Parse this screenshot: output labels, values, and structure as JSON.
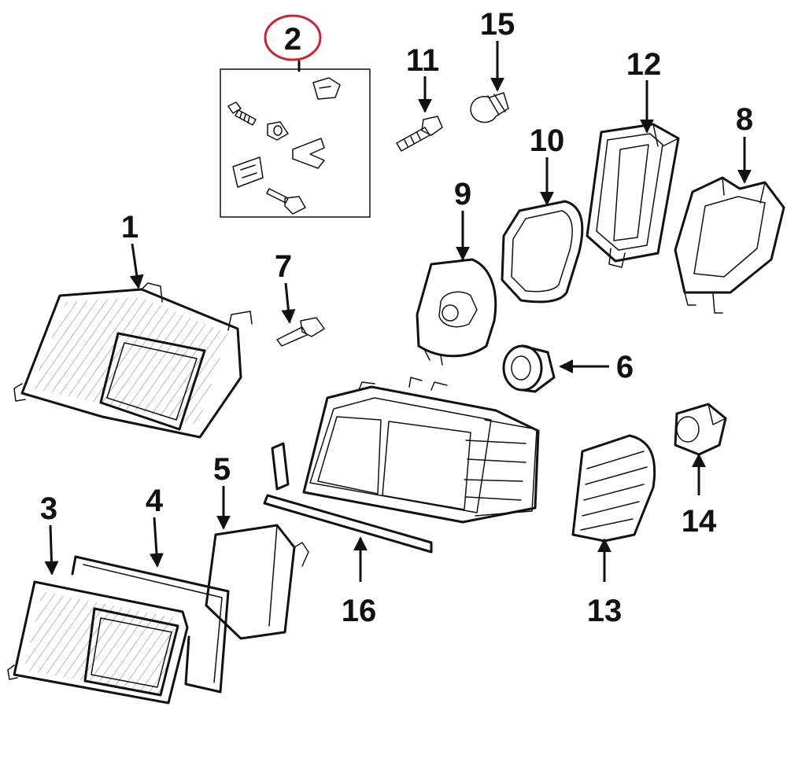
{
  "callouts": {
    "c1": "1",
    "c2": "2",
    "c3": "3",
    "c4": "4",
    "c5": "5",
    "c6": "6",
    "c7": "7",
    "c8": "8",
    "c9": "9",
    "c10": "10",
    "c11": "11",
    "c12": "12",
    "c13": "13",
    "c14": "14",
    "c15": "15",
    "c16": "16"
  },
  "highlight": {
    "circled_callout": "2",
    "ring_color": "#c8262e"
  },
  "colors": {
    "line": "#111111",
    "background": "#ffffff"
  }
}
